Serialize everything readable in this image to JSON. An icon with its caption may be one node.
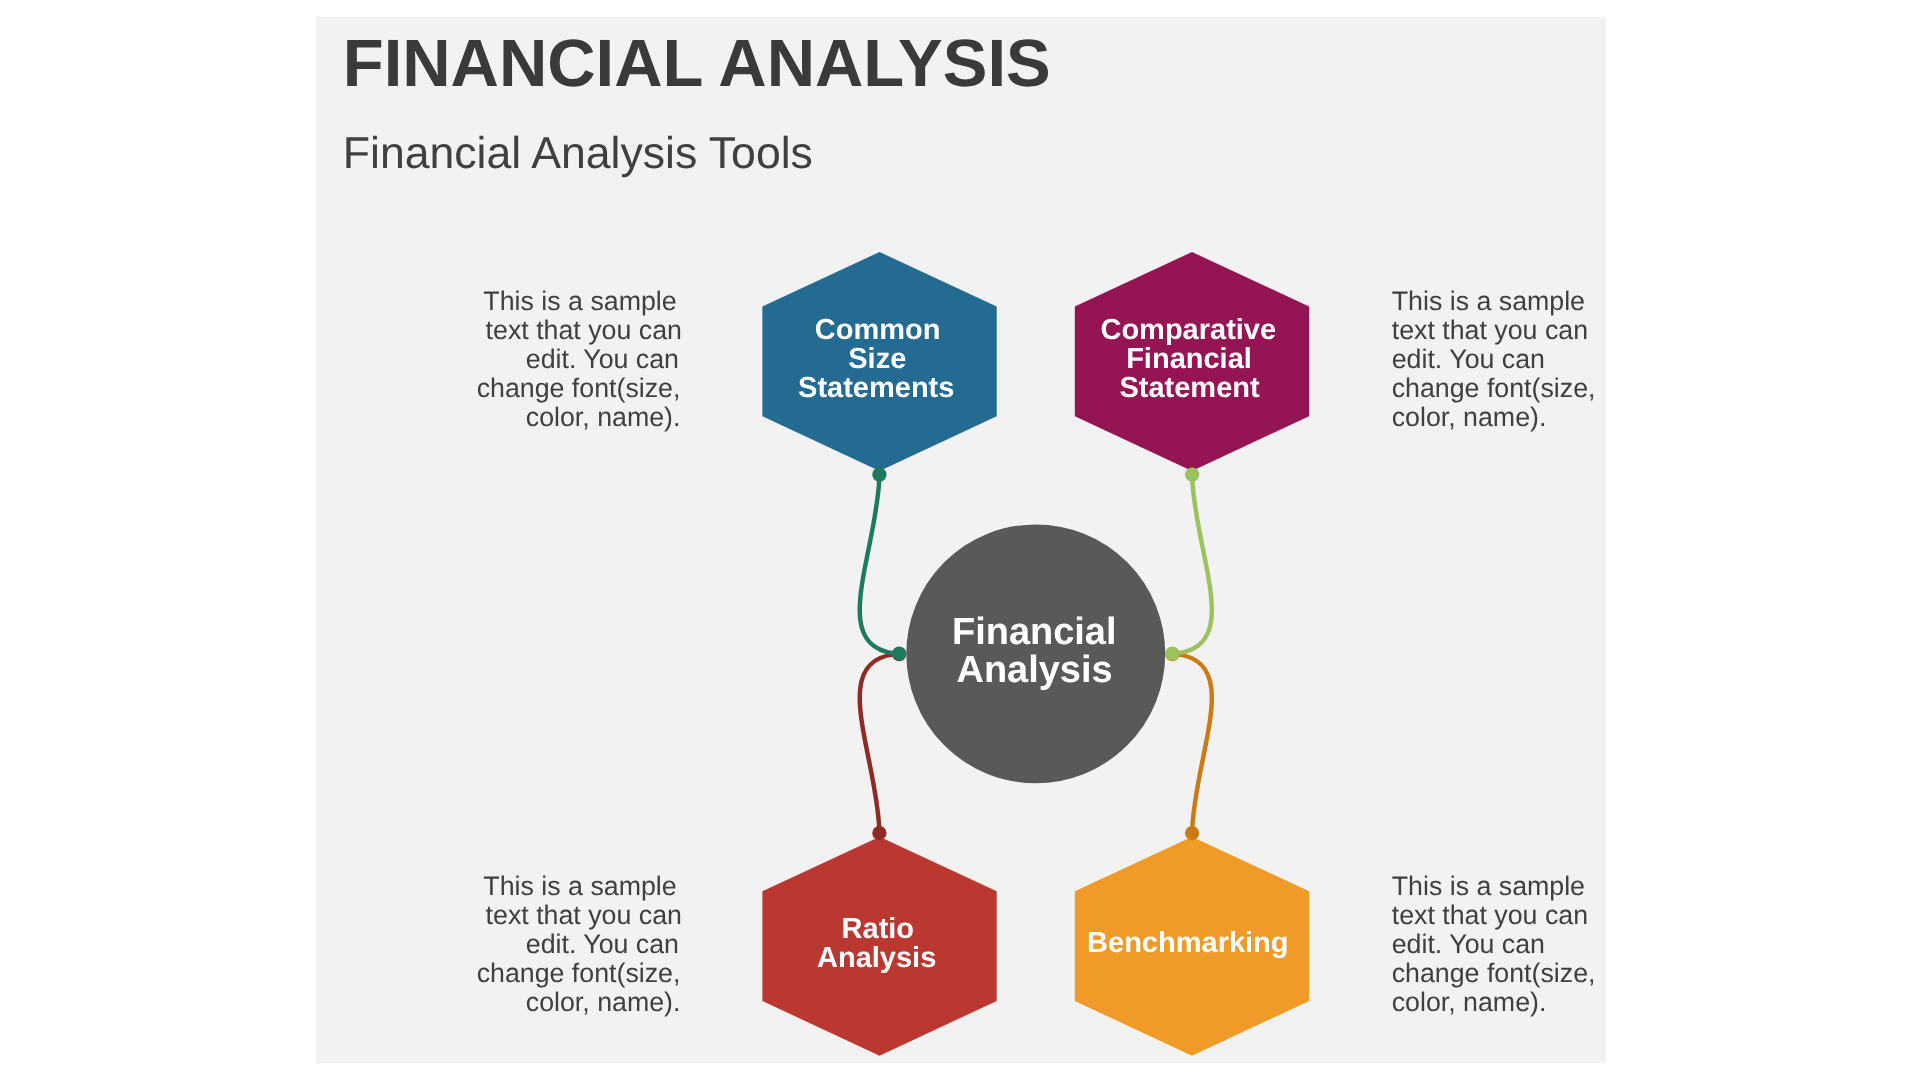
{
  "diagram": {
    "title": "FINANCIAL ANALYSIS",
    "nodes": [
      {
        "text": [
          "Financial Analysis"
        ]
      },
      {
        "text": [
          "Common Size Statements"
        ],
        "beside": [
          "This is a sample text that you can edit. You can change font(size, color, name)."
        ]
      },
      {
        "text": [
          "Comparative Financial Statement"
        ],
        "beside": [
          "This is a sample text that you can edit. You can change font(size, color, name)."
        ]
      },
      {
        "text": [
          "Ratio Analysis"
        ],
        "beside": [
          "This is a sample text that you can edit. You can change font(size, color, name)."
        ]
      },
      {
        "text": [
          "Benchmarking"
        ],
        "beside": [
          "This is a sample text that you can edit. You can change font(size, color, name)."
        ]
      }
    ],
    "edges": [
      {
        "from": 1,
        "to": 0,
        "arrow": "other",
        "color": "#1e7b5f"
      },
      {
        "from": 2,
        "to": 0,
        "arrow": "other",
        "color": "#9cc25d"
      },
      {
        "from": 0,
        "to": 3,
        "arrow": "other",
        "color": "#8f2b25"
      },
      {
        "from": 0,
        "to": 4,
        "arrow": "other",
        "color": "#cc7a14"
      }
    ],
    "labels": [
      "Financial Analysis Tools"
    ]
  }
}
